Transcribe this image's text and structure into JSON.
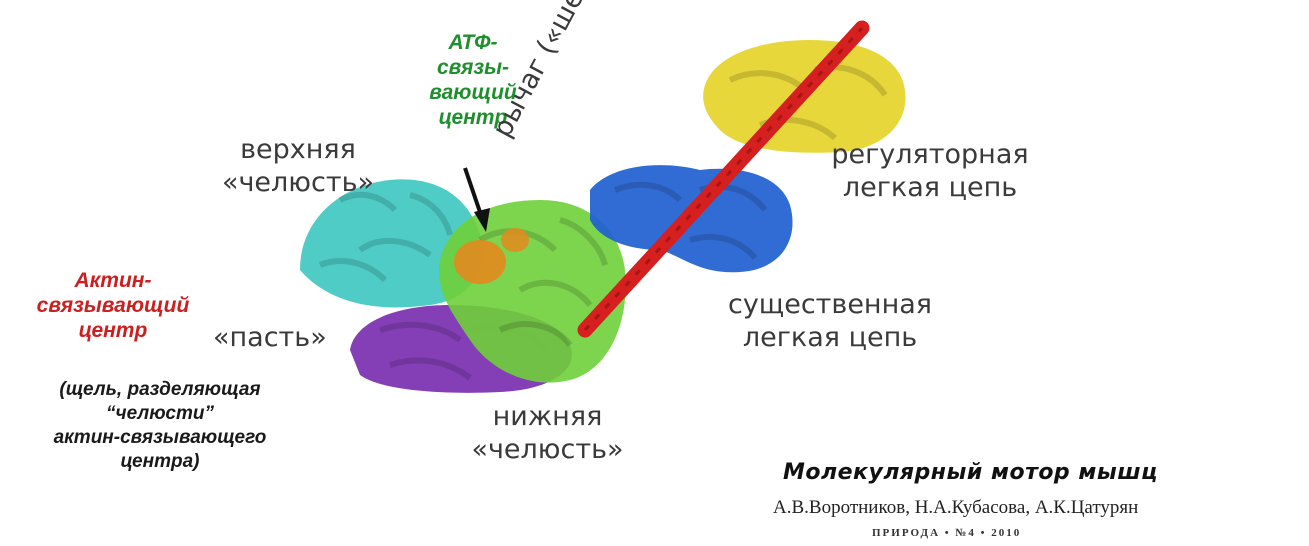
{
  "labels": {
    "atp_center": [
      "АТФ-",
      "связы-",
      "вающий",
      "центр"
    ],
    "lever": "рычаг («шея»)",
    "upper_jaw": [
      "верхняя",
      "«челюсть»"
    ],
    "regulatory_chain": [
      "регуляторная",
      "легкая цепь"
    ],
    "actin_center": [
      "Актин-",
      "связывающий",
      "центр"
    ],
    "mouth": "«пасть»",
    "essential_chain": [
      "существенная",
      "легкая цепь"
    ],
    "cleft_note": [
      "(щель, разделяющая",
      "“челюсти”",
      "актин-связывающего",
      "центра)"
    ],
    "lower_jaw": [
      "нижняя",
      "«челюсть»"
    ]
  },
  "reference": {
    "title": "Молекулярный мотор мышц",
    "authors": "А.В.Воротников, Н.А.Кубасова, А.К.Цатурян",
    "journal": "ПРИРОДА • №4 • 2010"
  },
  "colors": {
    "upper_jaw_domain": "#3cc6c0",
    "lower_jaw_domain": "#7a2fb0",
    "motor_core": "#6fcf3a",
    "essential_chain_domain": "#1f5fd0",
    "lever_helix": "#d61f1f",
    "regulatory_chain_domain": "#e6d42a",
    "atp_site": "#e38a1e"
  }
}
